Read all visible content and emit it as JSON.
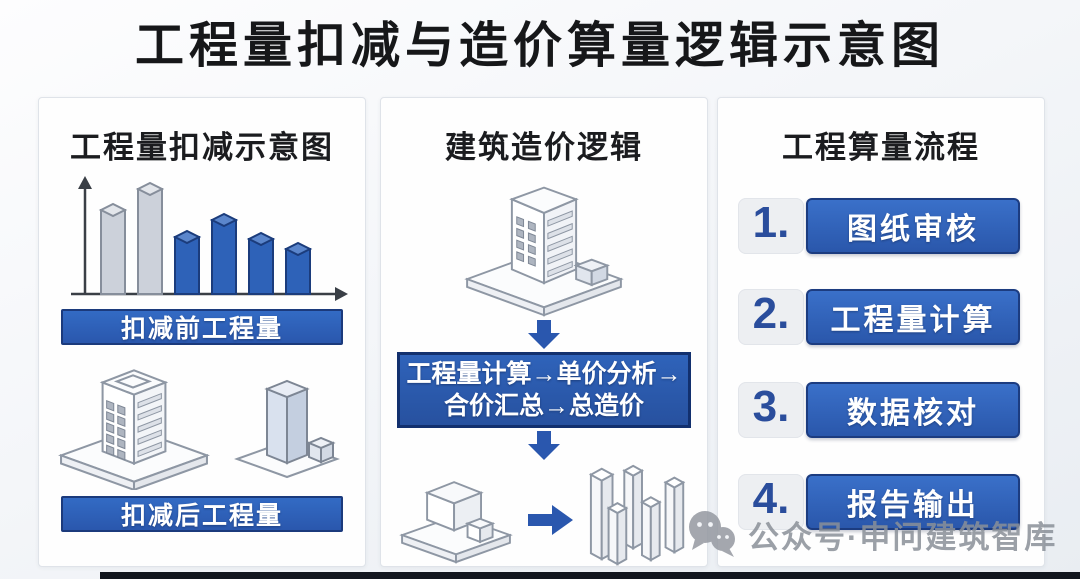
{
  "title": "工程量扣减与造价算量逻辑示意图",
  "panels": {
    "deduction": {
      "title": "工程量扣减示意图",
      "before_label": "扣减前工程量",
      "after_label": "扣减后工程量",
      "chart": {
        "type": "bar",
        "description": "3D bars on x/y axes; first two gray bars = quantities before deduction, four blue bars = after deduction",
        "axis_color": "#3a3f46",
        "bars": [
          {
            "group": "before",
            "height": 84,
            "color": "#ccd1da",
            "stroke": "#868e9b",
            "top": "#e3e6eb"
          },
          {
            "group": "before",
            "height": 105,
            "color": "#ccd1da",
            "stroke": "#868e9b",
            "top": "#e3e6eb"
          },
          {
            "group": "after",
            "height": 57,
            "color": "#2e62b8",
            "stroke": "#1b3c7c",
            "top": "#5b86cc"
          },
          {
            "group": "after",
            "height": 74,
            "color": "#2e62b8",
            "stroke": "#1b3c7c",
            "top": "#5b86cc"
          },
          {
            "group": "after",
            "height": 55,
            "color": "#2e62b8",
            "stroke": "#1b3c7c",
            "top": "#5b86cc"
          },
          {
            "group": "after",
            "height": 45,
            "color": "#2e62b8",
            "stroke": "#1b3c7c",
            "top": "#5b86cc"
          }
        ]
      }
    },
    "cost_logic": {
      "title": "建筑造价逻辑",
      "flow_line1": "工程量计算→单价分析→",
      "flow_line2": "合价汇总→总造价"
    },
    "process": {
      "title": "工程算量流程",
      "steps": [
        {
          "number": "1.",
          "label": "图纸审核"
        },
        {
          "number": "2.",
          "label": "工程量计算"
        },
        {
          "number": "3.",
          "label": "数据核对"
        },
        {
          "number": "4.",
          "label": "报告输出"
        }
      ]
    }
  },
  "watermark": {
    "icon": "wechat-icon",
    "text": "公众号·申问建筑智库"
  },
  "icons": {
    "wechat": "wechat-icon",
    "arrow_down": "arrow-down-icon",
    "arrow_right": "arrow-right-icon",
    "building_windows": "building-with-windows-icon",
    "tower": "tower-building-icon",
    "blocks": "block-buildings-icon",
    "pillars": "pillar-cluster-icon"
  },
  "colors": {
    "primary_blue": "#2a57ad",
    "dark_blue_border": "#1b3a7c",
    "step_number_blue": "#2a4d9c",
    "watermark_gray": "#8a8f98",
    "bottom_strip": "#12161e"
  }
}
